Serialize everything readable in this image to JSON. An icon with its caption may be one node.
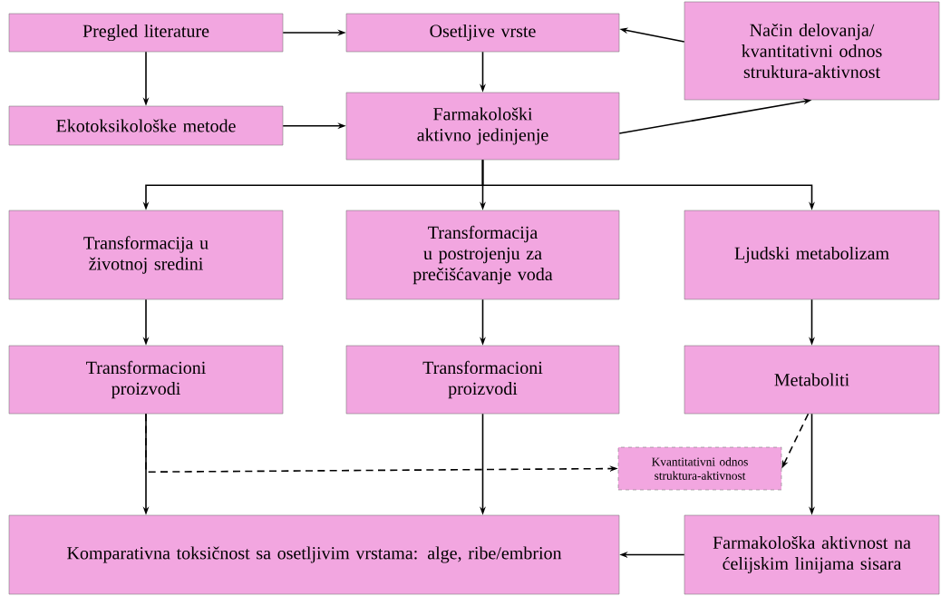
{
  "diagram": {
    "nodes": [
      {
        "text": [
          "Pregled literature"
        ]
      },
      {
        "text": [
          "Osetljive vrste"
        ]
      },
      {
        "text": [
          "Način delovanja/ kvantitativni odnos struktura-aktivnost"
        ]
      },
      {
        "text": [
          "Ekotoksikološke metode"
        ]
      },
      {
        "text": [
          "Farmakološki aktivno jedinjenje"
        ]
      },
      {
        "text": [
          "Transformacija u životnoj sredini"
        ]
      },
      {
        "text": [
          "Transformacija u postrojenju za prečišćavanje voda"
        ]
      },
      {
        "text": [
          "Ljudski metabolizam"
        ]
      },
      {
        "text": [
          "Transformacioni proizvodi"
        ]
      },
      {
        "text": [
          "Transformacioni proizvodi"
        ]
      },
      {
        "text": [
          "Metaboliti"
        ]
      },
      {
        "text": [
          "Kvantitativni odnos struktura-aktivnost"
        ]
      },
      {
        "text": [
          "Komparativna toksičnost sa osetljivim vrstama: alge, ribe/embrion"
        ]
      },
      {
        "text": [
          "Farmakološka aktivnost na ćelijskim linijama sisara"
        ]
      }
    ],
    "edges": [
      {
        "from": 0,
        "to": 1,
        "arrow": "to"
      },
      {
        "from": 0,
        "to": 3,
        "arrow": "to"
      },
      {
        "from": 1,
        "to": 4,
        "arrow": "to"
      },
      {
        "from": 3,
        "to": 4,
        "arrow": "to"
      },
      {
        "from": 2,
        "to": 1,
        "arrow": "to"
      },
      {
        "from": 4,
        "to": 2,
        "arrow": "to"
      },
      {
        "from": 4,
        "to": 5,
        "arrow": "to"
      },
      {
        "from": 4,
        "to": 6,
        "arrow": "to"
      },
      {
        "from": 4,
        "to": 7,
        "arrow": "to"
      },
      {
        "from": 5,
        "to": 8,
        "arrow": "to"
      },
      {
        "from": 6,
        "to": 9,
        "arrow": "to"
      },
      {
        "from": 7,
        "to": 10,
        "arrow": "to"
      },
      {
        "from": 8,
        "to": 12,
        "arrow": "to"
      },
      {
        "from": 9,
        "to": 12,
        "arrow": "to"
      },
      {
        "from": 10,
        "to": 13,
        "arrow": "to"
      },
      {
        "from": 13,
        "to": 12,
        "arrow": "to"
      },
      {
        "from": 8,
        "to": 11,
        "arrow": "to",
        "style": "dashed"
      },
      {
        "from": 10,
        "to": 11,
        "arrow": "to",
        "style": "dashed"
      }
    ]
  }
}
